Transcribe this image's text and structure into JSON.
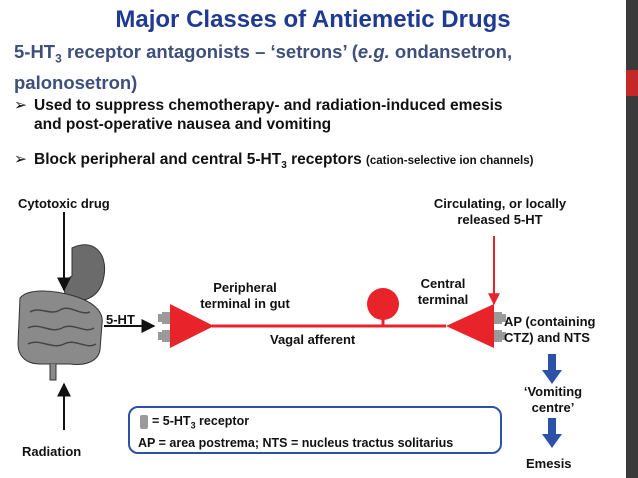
{
  "title": "Major Classes of Antiemetic Drugs",
  "subtitle": {
    "pre": "5-HT",
    "sub": "3",
    "post": " receptor antagonists – ‘setrons’ (",
    "eg": "e.g.",
    "post2": " ondansetron, palonosetron)"
  },
  "bullets": [
    {
      "line1": "Used to suppress chemotherapy- and radiation-induced emesis",
      "line2": "and post-operative nausea and vomiting"
    },
    {
      "pre": "Block peripheral and central 5-HT",
      "sub": "3",
      "post": " receptors ",
      "small": "(cation-selective ion channels)"
    }
  ],
  "labels": {
    "cytotoxic": "Cytotoxic drug",
    "circ1": "Circulating, or locally",
    "circ2": "released 5-HT",
    "periph1": "Peripheral",
    "periph2": "terminal in gut",
    "central1": "Central",
    "central2": "terminal",
    "fivehtleft": "5-HT",
    "vagal": "Vagal afferent",
    "ap1": "AP (containing",
    "ap2": "CTZ) and NTS",
    "vom1": "‘Vomiting",
    "vom2": "centre’",
    "radiation": "Radiation",
    "emesis": "Emesis"
  },
  "legend": {
    "receptor_pre": "= 5-HT",
    "receptor_sub": "3",
    "receptor_post": " receptor",
    "abbrev": "AP = area postrema; NTS = nucleus tractus solitarius"
  },
  "colors": {
    "title": "#1f3a93",
    "subtitle": "#3d4f7a",
    "pathway": "#e8232a",
    "arrow_blue": "#2c52a8",
    "receptor": "#9a9a9a"
  }
}
